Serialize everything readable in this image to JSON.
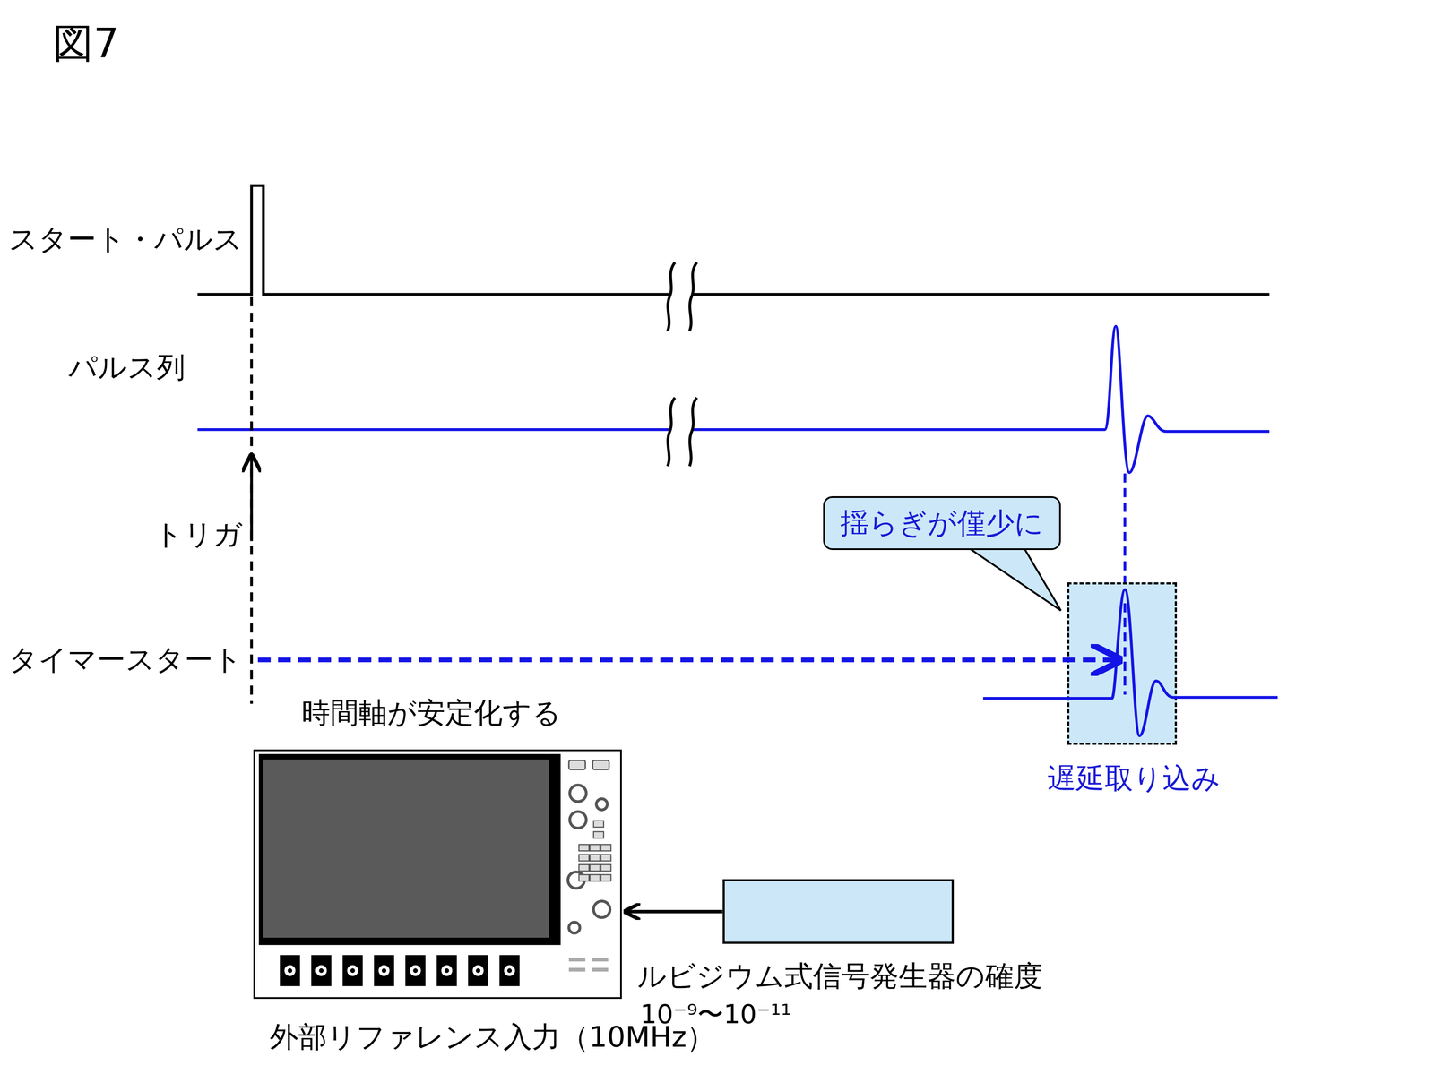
{
  "diagram": {
    "title": "図7",
    "nodes": [
      {
        "text": [
          "揺らぎが僅少に"
        ]
      },
      {
        "text": [
          "遅延取り込み"
        ]
      },
      {
        "text": [
          "外部リファレンス入力（10MHz）"
        ]
      },
      {
        "text": [
          "ルビジウム式信号発生器の確度",
          "10⁻⁹〜10⁻¹¹"
        ]
      }
    ],
    "edges": [
      {
        "from": 3,
        "to": 2,
        "arrow": "to"
      }
    ],
    "labels": [
      "スタート・パルス",
      "パルス列",
      "トリガ",
      "タイマースタート",
      "時間軸が安定化する"
    ]
  }
}
